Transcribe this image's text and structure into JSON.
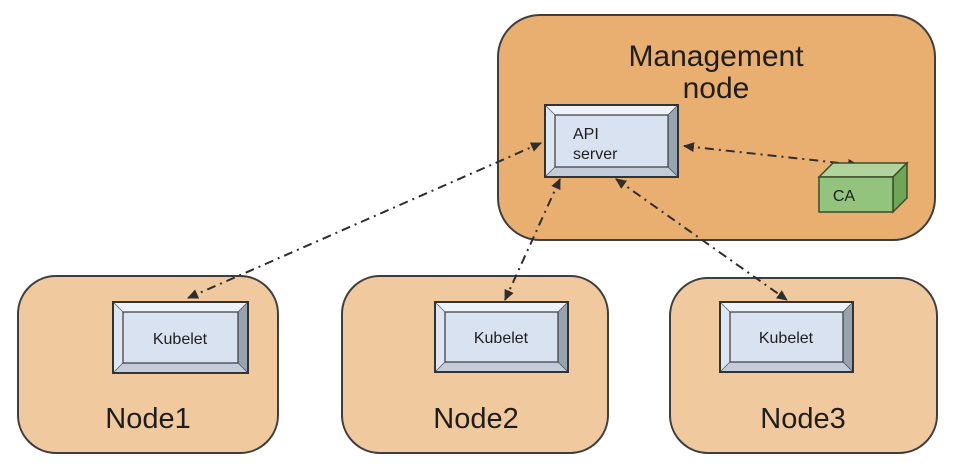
{
  "diagram": {
    "management_node": {
      "title_line1": "Management",
      "title_line2": "node"
    },
    "api_server": {
      "label_line1": "API",
      "label_line2": "server"
    },
    "ca": {
      "label": "CA"
    },
    "nodes": [
      {
        "label": "Node1",
        "component": "Kubelet"
      },
      {
        "label": "Node2",
        "component": "Kubelet"
      },
      {
        "label": "Node3",
        "component": "Kubelet"
      }
    ],
    "connections": [
      {
        "from": "kubelet-node1",
        "to": "api-server",
        "style": "dash-dot",
        "bidirectional": true
      },
      {
        "from": "kubelet-node2",
        "to": "api-server",
        "style": "dash-dot",
        "bidirectional": true
      },
      {
        "from": "kubelet-node3",
        "to": "api-server",
        "style": "dash-dot",
        "bidirectional": true
      },
      {
        "from": "api-server",
        "to": "ca",
        "style": "dash-dot",
        "bidirectional": true
      }
    ],
    "colors": {
      "management_fill": "#E9AF70",
      "node_fill": "#F0CA9E",
      "panel_border": "#3E3E3E",
      "bevel_center": "#D8E2F1",
      "ca_front": "#93C47D",
      "ca_top": "#B0D49B",
      "ca_side": "#6FA556",
      "arrow": "#2E2E2E"
    }
  }
}
